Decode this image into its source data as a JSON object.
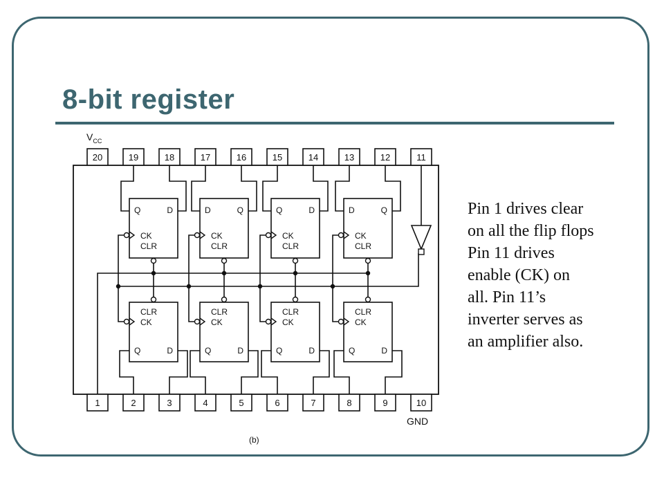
{
  "slide": {
    "title": "8-bit register"
  },
  "diagram": {
    "vcc_label": "V",
    "vcc_subscript": "CC",
    "gnd_label": "GND",
    "figure_caption": "(b)",
    "top_pins": [
      "20",
      "19",
      "18",
      "17",
      "16",
      "15",
      "14",
      "13",
      "12",
      "11"
    ],
    "bottom_pins": [
      "1",
      "2",
      "3",
      "4",
      "5",
      "6",
      "7",
      "8",
      "9",
      "10"
    ],
    "flip_flop": {
      "q_label": "Q",
      "d_label": "D",
      "ck_label": "CK",
      "clr_label": "CLR"
    }
  },
  "caption": {
    "lines": [
      "Pin 1 drives clear",
      "on all the flip flops",
      "Pin 11 drives",
      "enable (CK) on",
      "all.  Pin 11’s",
      "inverter serves as",
      "an amplifier also."
    ]
  }
}
